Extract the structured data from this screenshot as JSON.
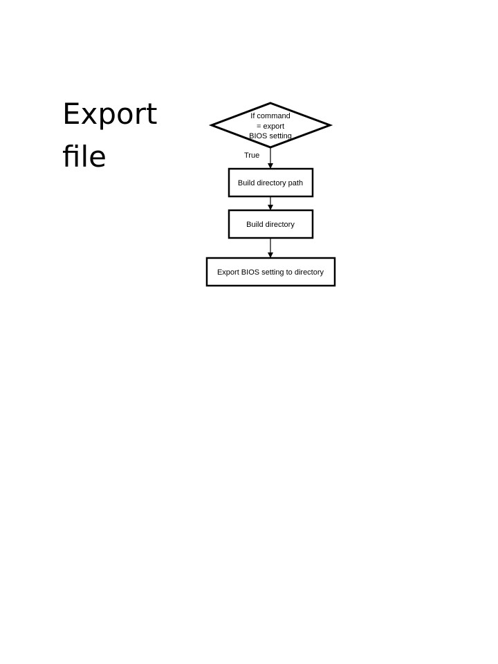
{
  "slide": {
    "title_line1": "Export",
    "title_line2": "file"
  },
  "flowchart": {
    "decision": {
      "line1": "If command",
      "line2": "= export",
      "line3": "BIOS setting"
    },
    "true_label": "True",
    "steps": [
      {
        "label": "Build directory path"
      },
      {
        "label": "Build directory"
      },
      {
        "label": "Export BIOS setting to directory"
      }
    ]
  }
}
